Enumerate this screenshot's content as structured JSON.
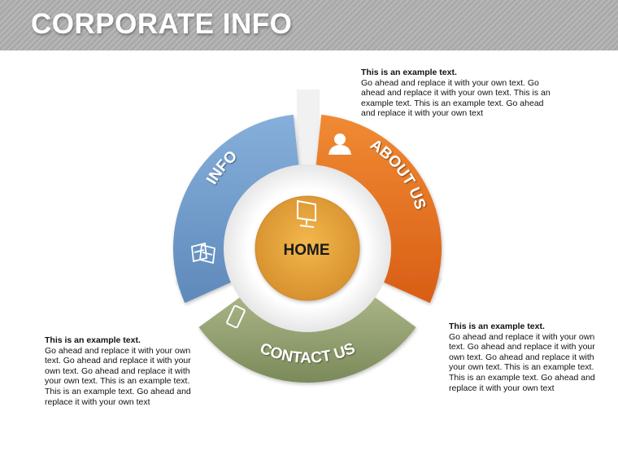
{
  "header": {
    "title": "CORPORATE INFO"
  },
  "wheel": {
    "center_label": "HOME",
    "segments": [
      {
        "label": "ABOUT US",
        "icon": "user-icon",
        "color": "#e4721e"
      },
      {
        "label": "CONTACT US",
        "icon": "mobile-phone-icon",
        "color": "#8c9a69"
      },
      {
        "label": "INFO",
        "icon": "document-icon",
        "color": "#6f9ccc"
      }
    ],
    "center_icon": "monitor-icon",
    "center_color": "#e3a23e"
  },
  "text_blocks": {
    "top": {
      "title": "This is an example text.",
      "body": "Go ahead and replace it with your own text. Go ahead and replace it with your own text. This is an example text. This is an example text. Go ahead and replace it with your own text"
    },
    "right": {
      "title": "This is an example text.",
      "body": "Go ahead and replace it with your own text. Go ahead and replace it with your own text. Go ahead and replace it with your own text. This is an example text. This is an example text. Go ahead and replace it with your own text"
    },
    "left": {
      "title": "This is an example text.",
      "body": "Go ahead and replace it with your own text. Go ahead and replace it with your own text. Go ahead and replace it with your own text. This is an example text. This is an example text. Go ahead and replace it with your own text"
    }
  }
}
